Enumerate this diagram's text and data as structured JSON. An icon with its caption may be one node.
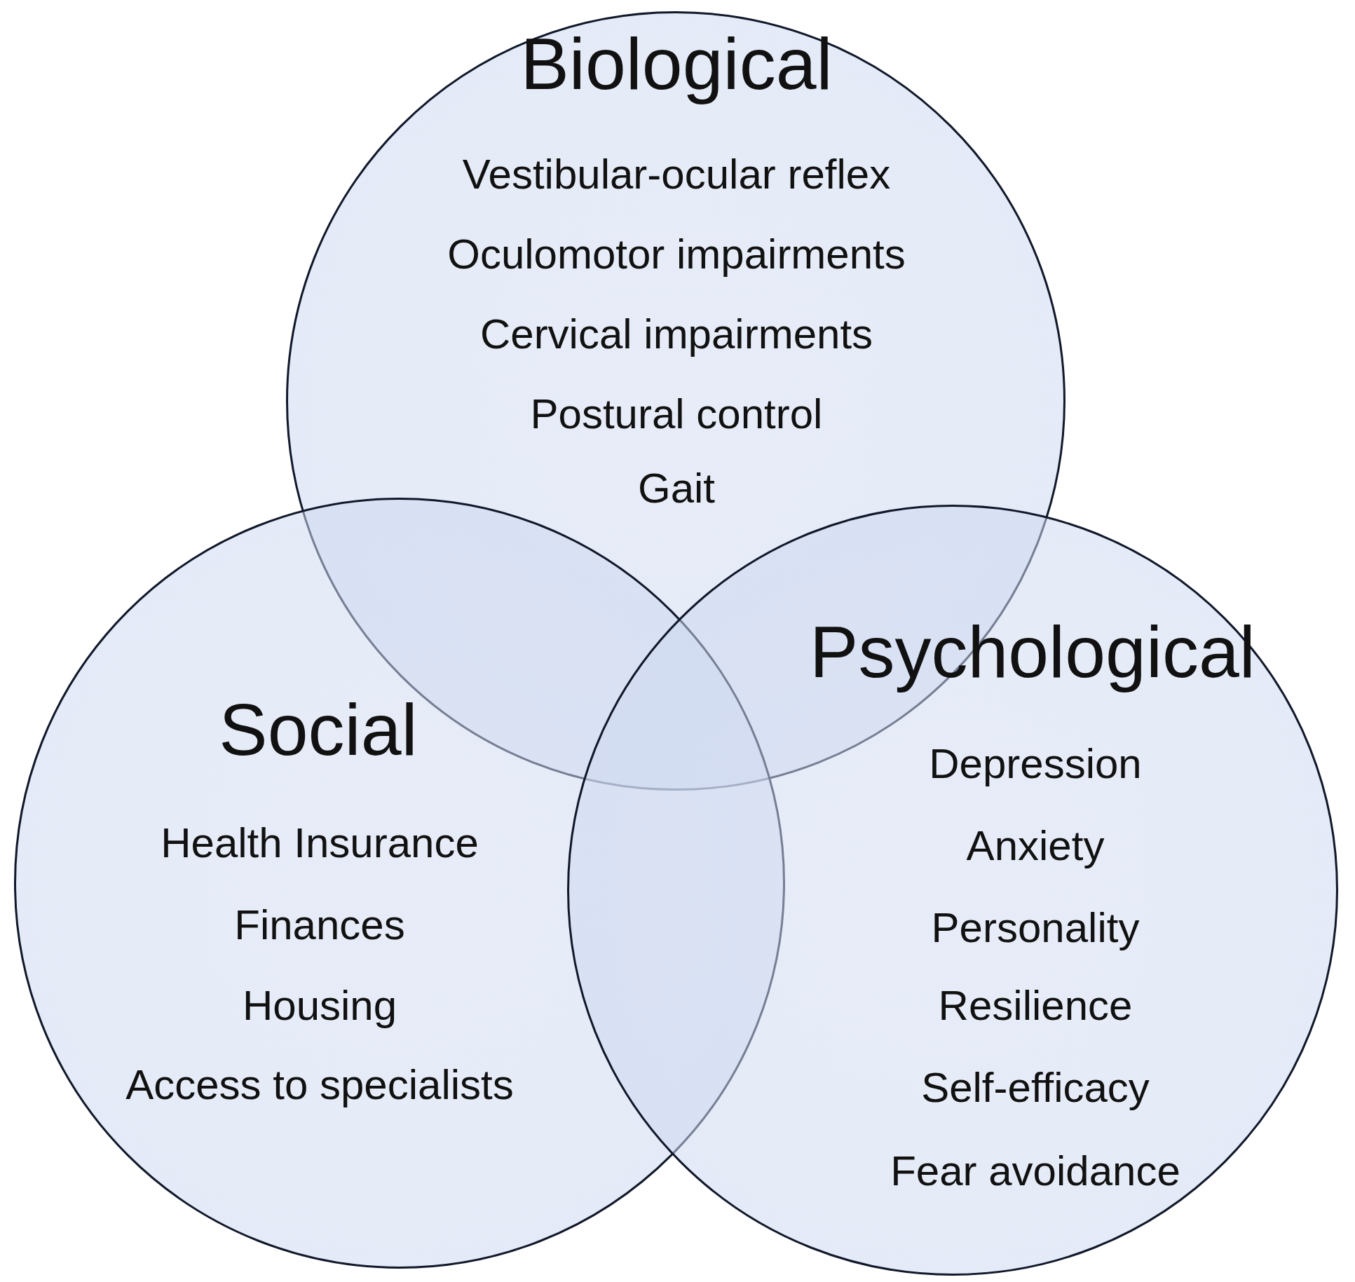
{
  "diagram": {
    "nodes": [
      {
        "text": [
          "Biological",
          "Vestibular-ocular reflex",
          "Oculomotor impairments",
          "Cervical impairments",
          "Postural control",
          "Gait"
        ]
      },
      {
        "text": [
          "Social",
          "Health Insurance",
          "Finances",
          "Housing",
          "Access to specialists"
        ]
      },
      {
        "text": [
          "Psychological",
          "Depression",
          "Anxiety",
          "Personality",
          "Resilience",
          "Self-efficacy",
          "Fear avoidance"
        ]
      }
    ]
  }
}
